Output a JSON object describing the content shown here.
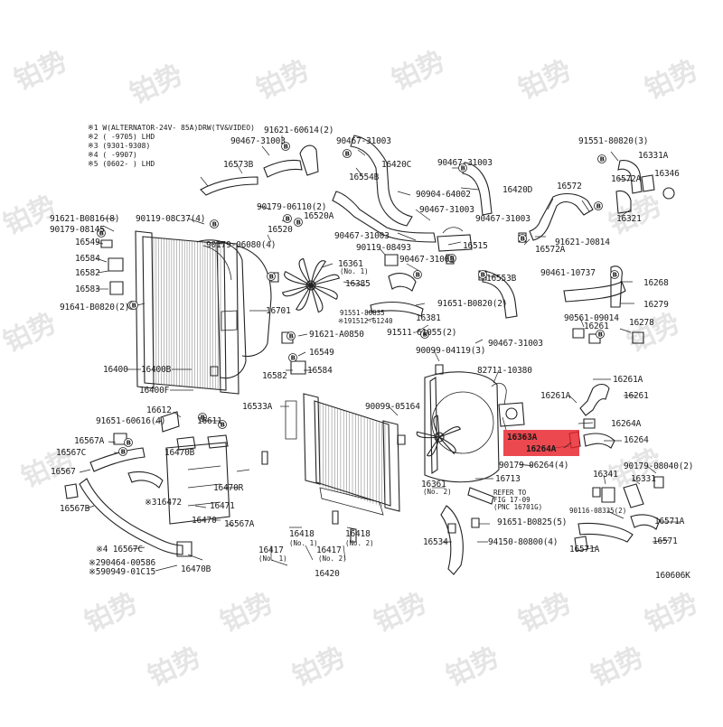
{
  "notes": [
    "※1 W(ALTERNATOR-24V- 85A)DRW(TV&VIDEO)",
    "※2 (  -9705) LHD",
    "※3 (9301-9308)",
    "※4 (  -9907)",
    "※5 (0602-  ) LHD"
  ],
  "diagram_code": "160606K",
  "watermark": "铂势",
  "highlight": {
    "parts": [
      "16363A",
      "16264A"
    ],
    "color": "#e8202a"
  },
  "labels": {
    "l1": "91621-60614(2)",
    "l2": "90467-31003",
    "l3": "16573B",
    "l4": "90467-31003",
    "l5": "16420C",
    "l6": "90467-31003",
    "l7": "91551-80820(3)",
    "l8": "16331A",
    "l9": "16346",
    "l10": "16554B",
    "l11": "16420D",
    "l12": "16572",
    "l13": "16572A",
    "l14": "90904-64002",
    "l15": "90179-06110(2)",
    "l16": "16520A",
    "l17": "90467-31003",
    "l18": "16321",
    "l19": "91621-B0816(8)",
    "l20": "90119-08C37(4)",
    "l21": "90179-08145",
    "l22": "16520",
    "l23": "90467-31003",
    "l24": "90467-31003",
    "l25": "91621-J0814",
    "l26": "16549",
    "l27": "90179-06080(4)",
    "l28": "90119-08493",
    "l29": "16515",
    "l30": "16572A",
    "l31": "16584",
    "l32": "16582",
    "l33": "16361",
    "l34": "(No. 1)",
    "l35": "90467-31003",
    "l36": "90461-10737",
    "l37": "16553B",
    "l38": "16583",
    "l39": "16385",
    "l40": "16268",
    "l41": "91641-B0820(2)",
    "l42": "91651-B0820(2)",
    "l43": "16279",
    "l44": "16701",
    "l45": "91551-80835",
    "l46": "※191512-61240",
    "l47": "16381",
    "l48": "90561-09014",
    "l49": "16261",
    "l50": "16278",
    "l51": "91621-A0850",
    "l52": "91511-61055(2)",
    "l53": "90467-31003",
    "l54": "16549",
    "l55": "90099-04119(3)",
    "l56": "16400",
    "l57": "16400B",
    "l58": "16582",
    "l59": "16584",
    "l60": "82711-10380",
    "l61": "16261A",
    "l62": "16400F",
    "l63": "16261A",
    "l64": "16261",
    "l65": "16533A",
    "l66": "90099-05164",
    "l67": "16612",
    "l68": "16264A",
    "l69": "91651-60616(4)",
    "l70": "16611",
    "l71": "16363A",
    "l72": "16264",
    "l73": "16264A",
    "l74": "16567A",
    "l75": "16567C",
    "l76": "16470B",
    "l77": "90179-06264(4)",
    "l78": "90179-08040(2)",
    "l79": "16567",
    "l80": "16713",
    "l81": "16341",
    "l82": "16331",
    "l83": "16470R",
    "l84": "16361",
    "l85": "(No. 2)",
    "l86": "REFER TO",
    "l87": "FIG 17-09",
    "l88": "(PNC 16701G)",
    "l89": "16567B",
    "l90": "※316472",
    "l91": "16471",
    "l92": "90116-08335(2)",
    "l93": "16571A",
    "l94": "16470",
    "l95": "16567A",
    "l96": "16418",
    "l97": "(No. 1)",
    "l98": "16418",
    "l99": "(No. 2)",
    "l100": "91651-B0825(5)",
    "l101": "16534",
    "l102": "94150-80800(4)",
    "l103": "16571",
    "l104": "16571A",
    "l105": "※4 16567C",
    "l106": "16417",
    "l107": "(No. 1)",
    "l108": "16417",
    "l109": "(No. 2)",
    "l110": "※290464-00586",
    "l111": "16470B",
    "l112": "※590949-01C15",
    "l113": "16420"
  }
}
